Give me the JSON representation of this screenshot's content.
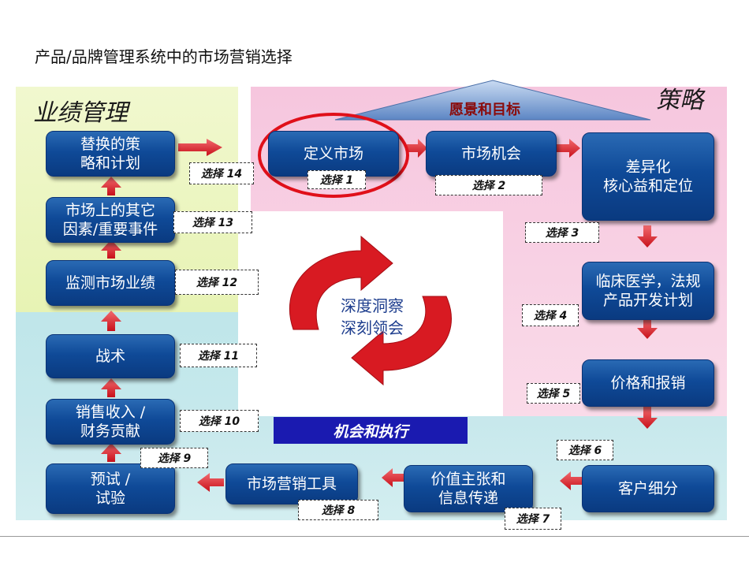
{
  "title": "产品/品牌管理系统中的市场营销选择",
  "sections": {
    "performance": "业绩管理",
    "strategy": "策略",
    "vision": "愿景和目标",
    "execution": "机会和执行",
    "center": "深度洞察\n深刻领会"
  },
  "boxes": {
    "define_market": "定义市场",
    "market_opportunity": "市场机会",
    "differentiation": "差异化\n核心益和定位",
    "clinical": "临床医学，法规\n产品开发计划",
    "pricing": "价格和报销",
    "segmentation": "客户细分",
    "value_prop": "价值主张和\n信息传递",
    "marketing_tools": "市场营销工具",
    "pilot": "预试 /\n试验",
    "sales": "销售收入 /\n财务贡献",
    "tactics": "战术",
    "monitor": "监测市场业绩",
    "other_factors": "市场上的其它\n因素/重要事件",
    "alternative": "替换的策\n略和计划"
  },
  "options": {
    "o1": "选择 1",
    "o2": "选择 2",
    "o3": "选择 3",
    "o4": "选择 4",
    "o5": "选择 5",
    "o6": "选择 6",
    "o7": "选择 7",
    "o8": "选择 8",
    "o9": "选择 9",
    "o10": "选择 10",
    "o11": "选择 11",
    "o12": "选择 12",
    "o13": "选择 13",
    "o14": "选择 14"
  },
  "colors": {
    "box_blue": "#0f4a98",
    "arrow_red": "#d8131b",
    "highlight_circle": "#e0101a",
    "execution_bar": "#1a1ab0"
  }
}
